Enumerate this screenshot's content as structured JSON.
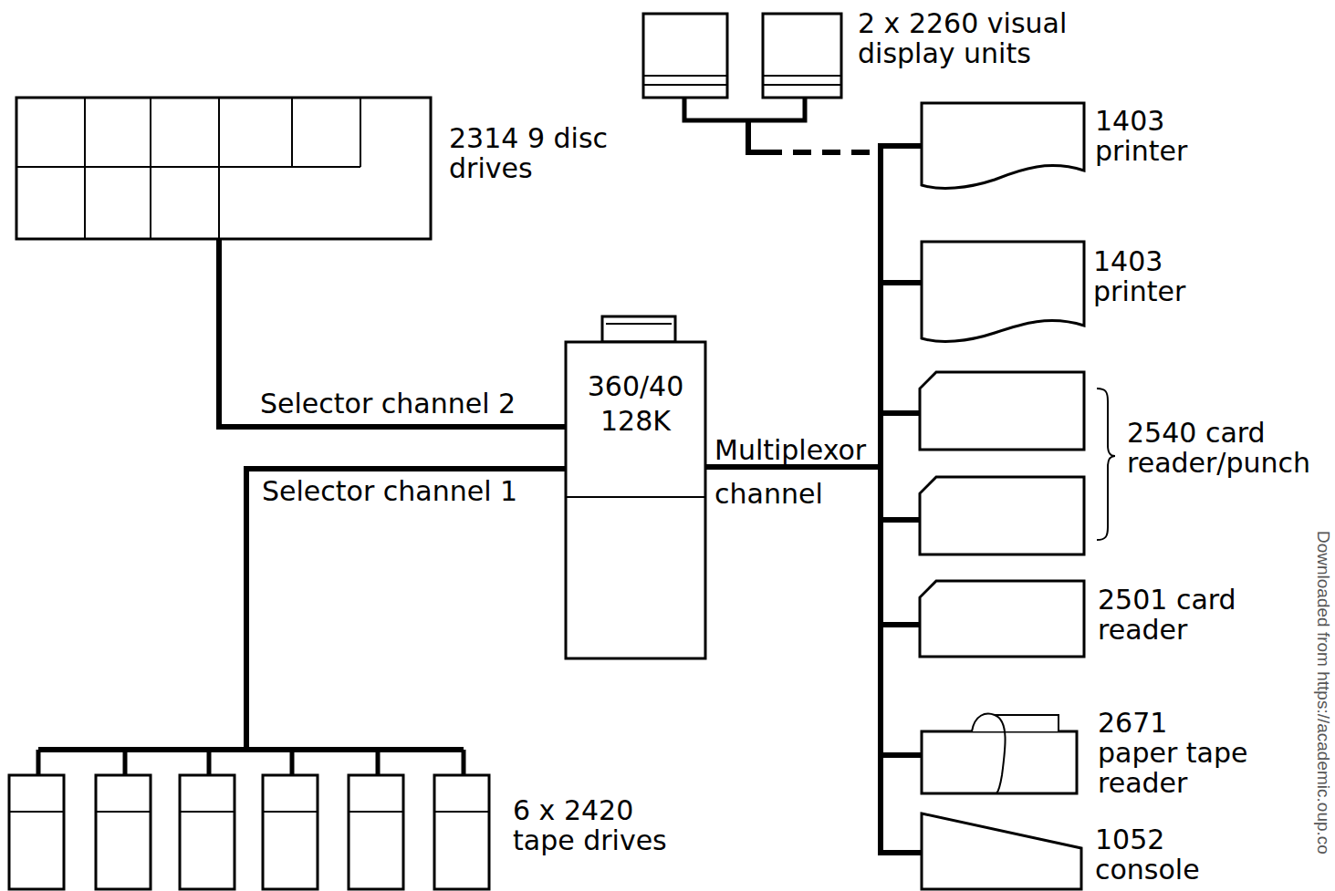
{
  "diagram": {
    "nodes": [
      {
        "text": [
          "2314 9 disc drives"
        ]
      },
      {
        "text": [
          "360/40 128K"
        ]
      },
      {
        "text": [
          "2 x 2260 visual display units"
        ]
      },
      {
        "text": [
          "1403 printer"
        ]
      },
      {
        "text": [
          "1403 printer"
        ]
      },
      {
        "text": [
          "2540 card reader/punch"
        ]
      },
      {
        "text": [
          "2501 card reader"
        ]
      },
      {
        "text": [
          "2671 paper tape reader"
        ]
      },
      {
        "text": [
          "1052 console"
        ]
      },
      {
        "text": [
          "6 x 2420 tape drives"
        ]
      }
    ],
    "edges": [
      {
        "from": 1,
        "to": 0,
        "arrow": "none",
        "label": "Selector channel 2"
      },
      {
        "from": 1,
        "to": 9,
        "arrow": "none",
        "label": "Selector channel 1"
      },
      {
        "from": 1,
        "to": 3,
        "arrow": "none",
        "label": "Multiplexor channel"
      },
      {
        "from": 1,
        "to": 2,
        "arrow": "none"
      },
      {
        "from": 1,
        "to": 4,
        "arrow": "none"
      },
      {
        "from": 1,
        "to": 5,
        "arrow": "none"
      },
      {
        "from": 1,
        "to": 6,
        "arrow": "none"
      },
      {
        "from": 1,
        "to": 7,
        "arrow": "none"
      },
      {
        "from": 1,
        "to": 8,
        "arrow": "none"
      }
    ],
    "labels": [
      "Downloaded from https://academic.oup.co"
    ]
  }
}
